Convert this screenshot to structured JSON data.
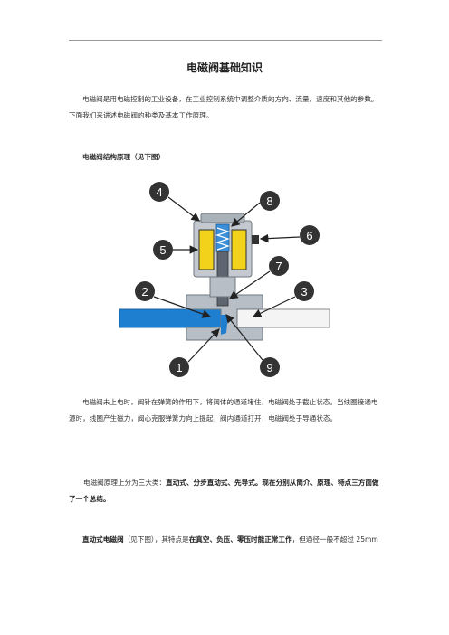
{
  "document": {
    "title": "电磁阀基础知识",
    "intro": "电磁阀是用电磁控制的工业设备，在工业控制系统中调整介质的方向、流量、速度和其他的参数。下面我们来讲述电磁阀的种类及基本工作原理。",
    "section_heading": "电磁阀结构原理（见下图）",
    "figure_labels": [
      "1",
      "2",
      "3",
      "4",
      "5",
      "6",
      "7",
      "8",
      "9"
    ],
    "para_working": "电磁阀未上电时，阀针在弹簧的作用下，将阀体的通道堵住，电磁阀处于截止状态。当线圈接通电源时，线圈产生磁力，阀心克服弹簧力向上提起，阀内通道打开，电磁阀处于导通状态。",
    "para_types_pre": "电磁阀原理上分为三大类：",
    "para_types_bold": "直动式、分步直动式、先导式。现在分别从简介、原理、特点三方面做了一个总结。",
    "para_direct_bold": "直动式电磁阀",
    "para_direct_mid": "（见下图），其特点是",
    "para_direct_bold2": "在真空、负压、零压时能正常工作",
    "para_direct_end": "，但通径一般不超过 25mm"
  },
  "colors": {
    "inlet_blue": "#1e7fd0",
    "coil_yellow": "#f2d21a",
    "body_gray": "#9aa4ad",
    "label_circle": "#333333"
  }
}
